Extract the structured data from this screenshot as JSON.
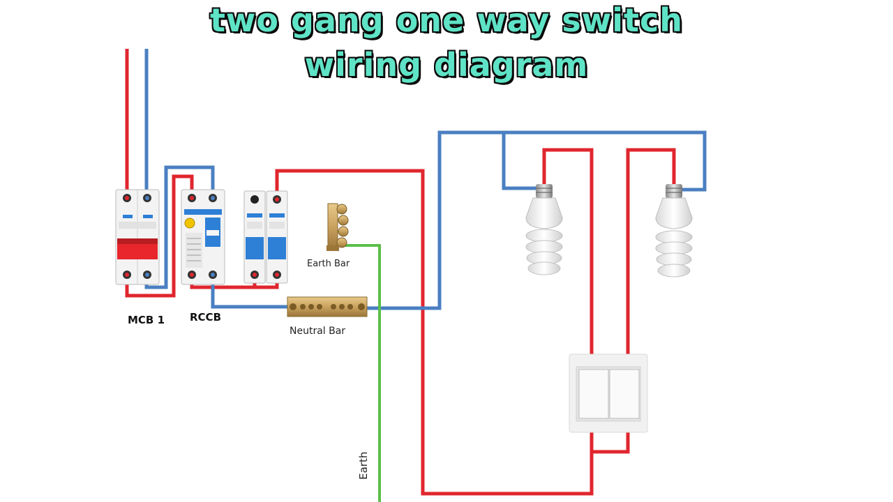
{
  "title": {
    "line1": "two  gang one way switch",
    "line2": "wiring diagram"
  },
  "labels": {
    "mcb": "MCB 1",
    "rccb": "RCCB",
    "earth_bar": "Earth Bar",
    "neutral_bar": "Neutral Bar",
    "earth": "Earth"
  },
  "colors": {
    "live": "#e0262e",
    "neutral": "#4a7fc1",
    "earth": "#5bbf4a",
    "title": "#5fe3c6",
    "brass": "#c9a25f",
    "breaker_red": "#e8262c",
    "breaker_blue": "#2e7fd6"
  },
  "icons": {
    "mcb": "double-pole-breaker-icon",
    "rccb": "rccb-icon",
    "breaker": "single-pole-breaker-icon",
    "bulb": "cfl-bulb-icon",
    "switch": "two-gang-switch-icon",
    "earth_bar": "earth-bar-icon",
    "neutral_bar": "neutral-bar-icon"
  }
}
